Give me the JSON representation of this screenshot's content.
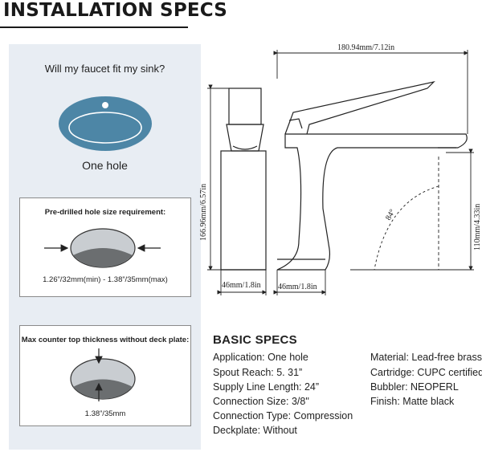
{
  "header": {
    "title": "INSTALLATION SPECS"
  },
  "fit_panel": {
    "question": "Will my faucet fit my sink?",
    "sink_label": "One hole",
    "hole_card": {
      "title": "Pre-drilled hole size requirement:",
      "note": "1.26”/32mm(min) - 1.38”/35mm(max)"
    },
    "counter_card": {
      "title": "Max counter top thickness without deck plate:",
      "note": "1.38”/35mm"
    }
  },
  "dimensions": {
    "spout_length": "180.94mm/7.12in",
    "total_height": "166.96mm/6.57in",
    "spout_height": "110mm/4.33in",
    "angle": "84°",
    "base_width": "46mm/1.8in",
    "body_depth": "46mm/1.8in"
  },
  "basic_specs": {
    "heading": "BASIC SPECS",
    "left": [
      "Application: One hole",
      "Spout Reach: 5. 31”",
      "Supply Line Length: 24”",
      "Connection Size: 3/8\"",
      "Connection Type: Compression",
      "Deckplate: Without"
    ],
    "right": [
      "Material: Lead-free brass",
      "Cartridge: CUPC certified",
      "Bubbler: NEOPERL",
      "Finish: Matte black"
    ]
  },
  "colors": {
    "panel_bg": "#e8edf3",
    "sink_blue": "#4d86a6",
    "sink_grey": "#c9cdd1",
    "hole_dark": "#6b6e70"
  }
}
